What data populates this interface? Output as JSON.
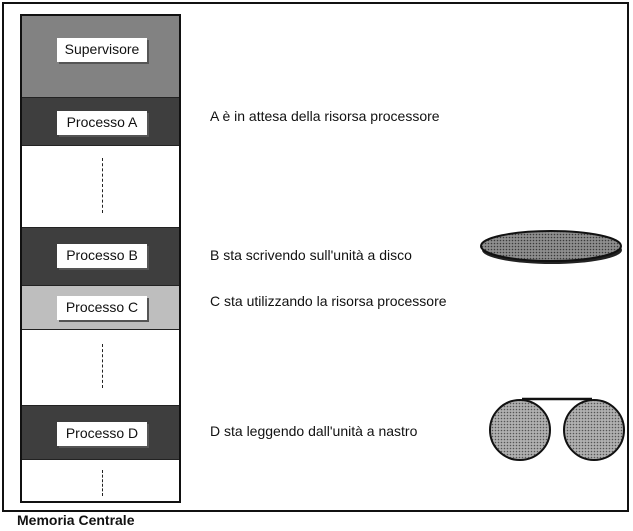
{
  "memory": {
    "caption": "Memoria Centrale",
    "supervisor_label": "Supervisore",
    "process_a_label": "Processo A",
    "process_b_label": "Processo B",
    "process_c_label": "Processo C",
    "process_d_label": "Processo D"
  },
  "descriptions": {
    "a": "A è in attesa della risorsa processore",
    "b": "B sta scrivendo sull'unità a disco",
    "c": "C sta utilizzando la risorsa processore",
    "d": "D sta leggendo dall'unità a nastro"
  },
  "icons": {
    "disk": "disk-unit-icon",
    "tape": "tape-unit-icon"
  }
}
